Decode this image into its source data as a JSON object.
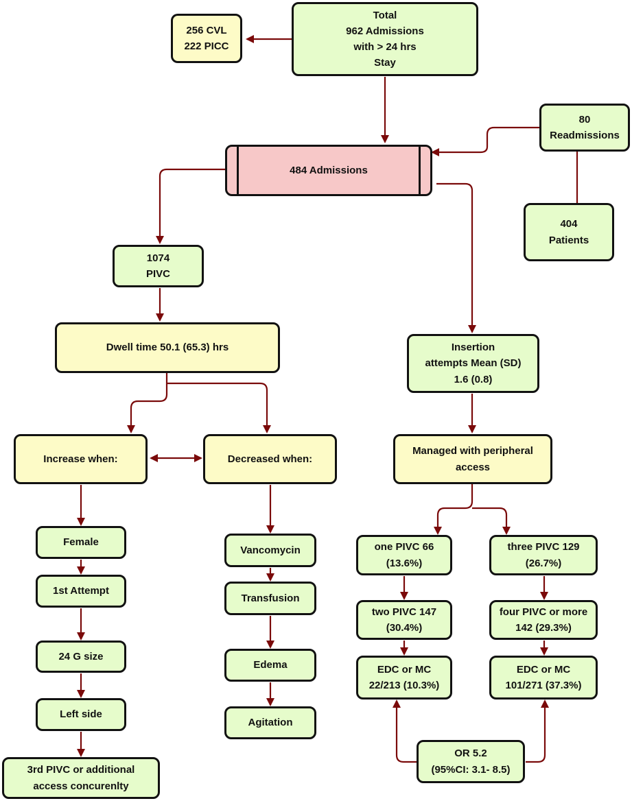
{
  "nodes": {
    "total": "Total\n962 Admissions\nwith > 24 hrs\nStay",
    "cvl_picc": "256 CVL\n222 PICC",
    "admissions": "484 Admissions",
    "readmissions": "80\nReadmissions",
    "patients": "404\nPatients",
    "pivc": "1074\nPIVC",
    "dwell": "Dwell time 50.1 (65.3) hrs",
    "insertion": "Insertion\nattempts Mean (SD)\n1.6 (0.8)",
    "increase": "Increase when:",
    "decrease": "Decreased when:",
    "managed": "Managed with peripheral\naccess",
    "female": "Female",
    "attempt": "1st Attempt",
    "g24": "24 G size",
    "left_side": "Left side",
    "third_pivc": "3rd PIVC or additional\naccess concurenlty",
    "vancomycin": "Vancomycin",
    "transfusion": "Transfusion",
    "edema": "Edema",
    "agitation": "Agitation",
    "one_pivc": "one PIVC 66\n(13.6%)",
    "two_pivc": "two PIVC 147\n(30.4%)",
    "edc_left": "EDC or MC\n22/213 (10.3%)",
    "three_pivc": "three PIVC 129\n(26.7%)",
    "four_pivc": "four PIVC or more\n142 (29.3%)",
    "edc_right": "EDC or MC\n101/271 (37.3%)",
    "or": "OR 5.2\n(95%CI: 3.1- 8.5)"
  },
  "colors": {
    "connector": "#7a0a0a",
    "border": "#111111",
    "green_fill": "#e6fccb",
    "yellow_fill": "#fdfbc7",
    "pink_fill": "#f7c8c8"
  }
}
